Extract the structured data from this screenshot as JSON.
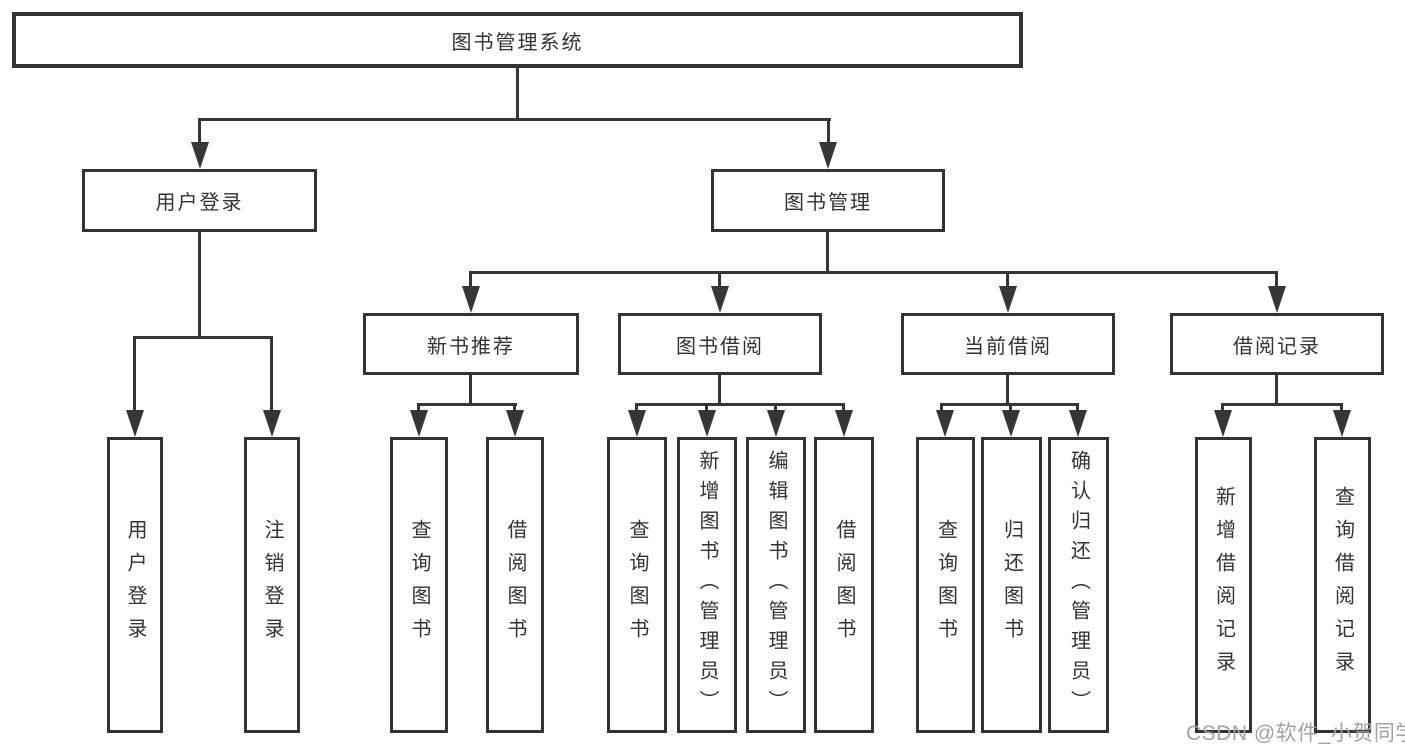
{
  "tree": {
    "label": "图书管理系统",
    "children": [
      {
        "label": "用户登录",
        "children": [
          {
            "label": "用户登录"
          },
          {
            "label": "注销登录"
          }
        ]
      },
      {
        "label": "图书管理",
        "children": [
          {
            "label": "新书推荐",
            "children": [
              {
                "label": "查询图书"
              },
              {
                "label": "借阅图书"
              }
            ]
          },
          {
            "label": "图书借阅",
            "children": [
              {
                "label": "查询图书"
              },
              {
                "label": "新增图书（管理员）"
              },
              {
                "label": "编辑图书（管理员）"
              },
              {
                "label": "借阅图书"
              }
            ]
          },
          {
            "label": "当前借阅",
            "children": [
              {
                "label": "查询图书"
              },
              {
                "label": "归还图书"
              },
              {
                "label": "确认归还（管理员）"
              }
            ]
          },
          {
            "label": "借阅记录",
            "children": [
              {
                "label": "新增借阅记录"
              },
              {
                "label": "查询借阅记录"
              }
            ]
          }
        ]
      }
    ]
  },
  "watermark": {
    "text": "CSDN @软件_小贺同学",
    "color": "#a3a3a3"
  },
  "colors": {
    "line": "#363636",
    "box_border": "#333333",
    "text": "#333333",
    "background": "#ffffff"
  }
}
